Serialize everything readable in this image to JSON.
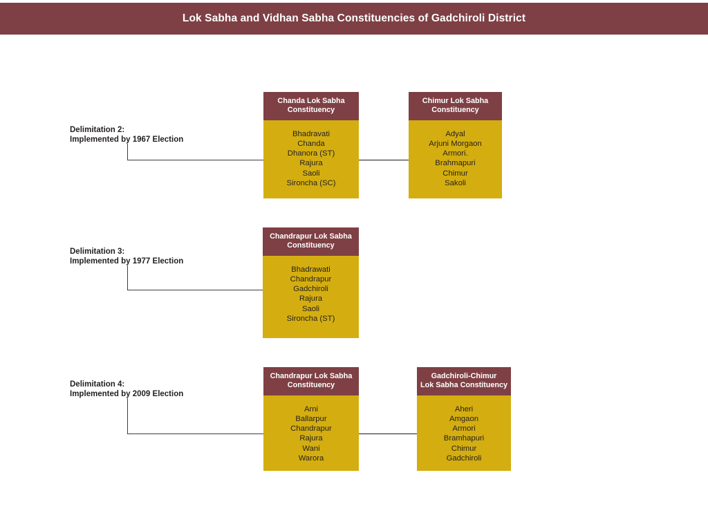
{
  "header": {
    "title": "Lok Sabha and Vidhan Sabha Constituencies of Gadchiroli District",
    "background_color": "#7e4044",
    "text_color": "#ffffff"
  },
  "theme": {
    "box_header_color": "#7e4044",
    "box_body_color": "#d4ae10",
    "connector_color": "#1a1a1a",
    "page_background": "#ffffff",
    "text_color": "#231f20"
  },
  "rows": [
    {
      "label_line1": "Delimitation 2:",
      "label_line2": "Implemented by 1967 Election",
      "boxes": [
        {
          "title_line1": "Chanda Lok Sabha",
          "title_line2": "Constituency",
          "seats": [
            "Bhadravati",
            "Chanda",
            "Dhanora (ST)",
            "Rajura",
            "Saoli",
            "Sironcha (SC)"
          ]
        },
        {
          "title_line1": "Chimur Lok Sabha",
          "title_line2": "Constituency",
          "seats": [
            "Adyal",
            "Arjuni Morgaon",
            "Armori.",
            "Brahmapuri",
            "Chimur",
            "Sakoli"
          ]
        }
      ]
    },
    {
      "label_line1": "Delimitation 3:",
      "label_line2": "Implemented by 1977 Election",
      "boxes": [
        {
          "title_line1": "Chandrapur Lok Sabha",
          "title_line2": "Constituency",
          "seats": [
            "Bhadrawati",
            "Chandrapur",
            "Gadchiroli",
            "Rajura",
            "Saoli",
            "Sironcha (ST)"
          ]
        }
      ]
    },
    {
      "label_line1": "Delimitation 4:",
      "label_line2": "Implemented by 2009 Election",
      "boxes": [
        {
          "title_line1": "Chandrapur Lok Sabha",
          "title_line2": "Constituency",
          "seats": [
            "Arni",
            "Ballarpur",
            "Chandrapur",
            "Rajura",
            "Wani",
            "Warora"
          ]
        },
        {
          "title_line1": "Gadchiroli-Chimur",
          "title_line2": "Lok Sabha Constituency",
          "seats": [
            "Aheri",
            "Amgaon",
            "Armori",
            "Bramhapuri",
            "Chimur",
            "Gadchiroli"
          ]
        }
      ]
    }
  ]
}
